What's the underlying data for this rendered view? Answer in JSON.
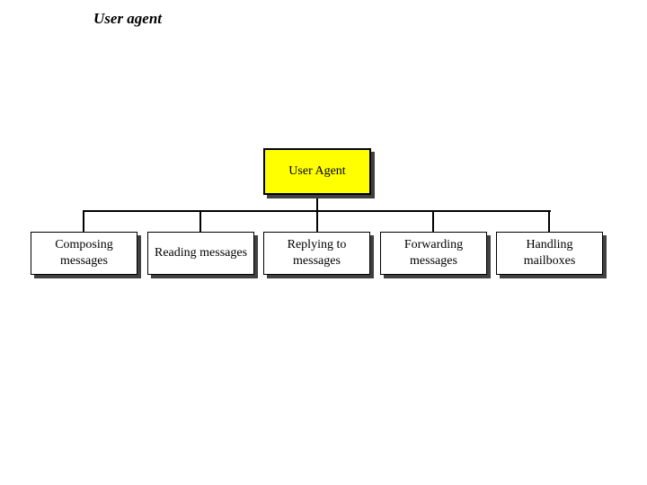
{
  "slide": {
    "title": "User agent"
  },
  "diagram": {
    "root": {
      "label": "User Agent"
    },
    "children": [
      {
        "label": "Composing messages"
      },
      {
        "label": "Reading messages"
      },
      {
        "label": "Replying to messages"
      },
      {
        "label": "Forwarding messages"
      },
      {
        "label": "Handling mailboxes"
      }
    ]
  },
  "colors": {
    "background": "#ffffff",
    "root_fill": "#ffff00",
    "child_fill": "#ffffff",
    "border": "#000000",
    "shadow": "#404040",
    "text": "#000000"
  }
}
